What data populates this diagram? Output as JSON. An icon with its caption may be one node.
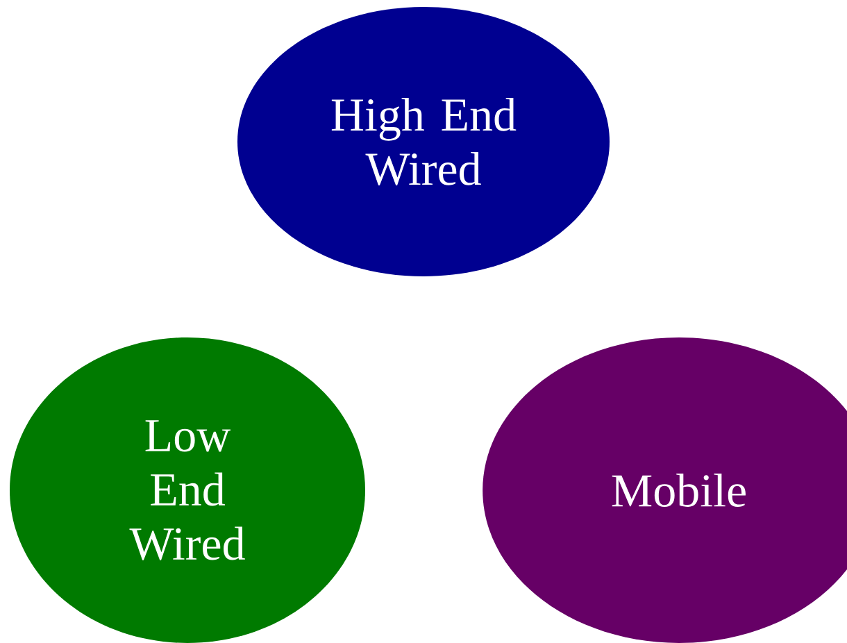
{
  "diagram": {
    "nodes": [
      {
        "text": [
          "High End Wired"
        ]
      },
      {
        "text": [
          "Low End Wired"
        ]
      },
      {
        "text": [
          "Mobile"
        ]
      }
    ]
  }
}
